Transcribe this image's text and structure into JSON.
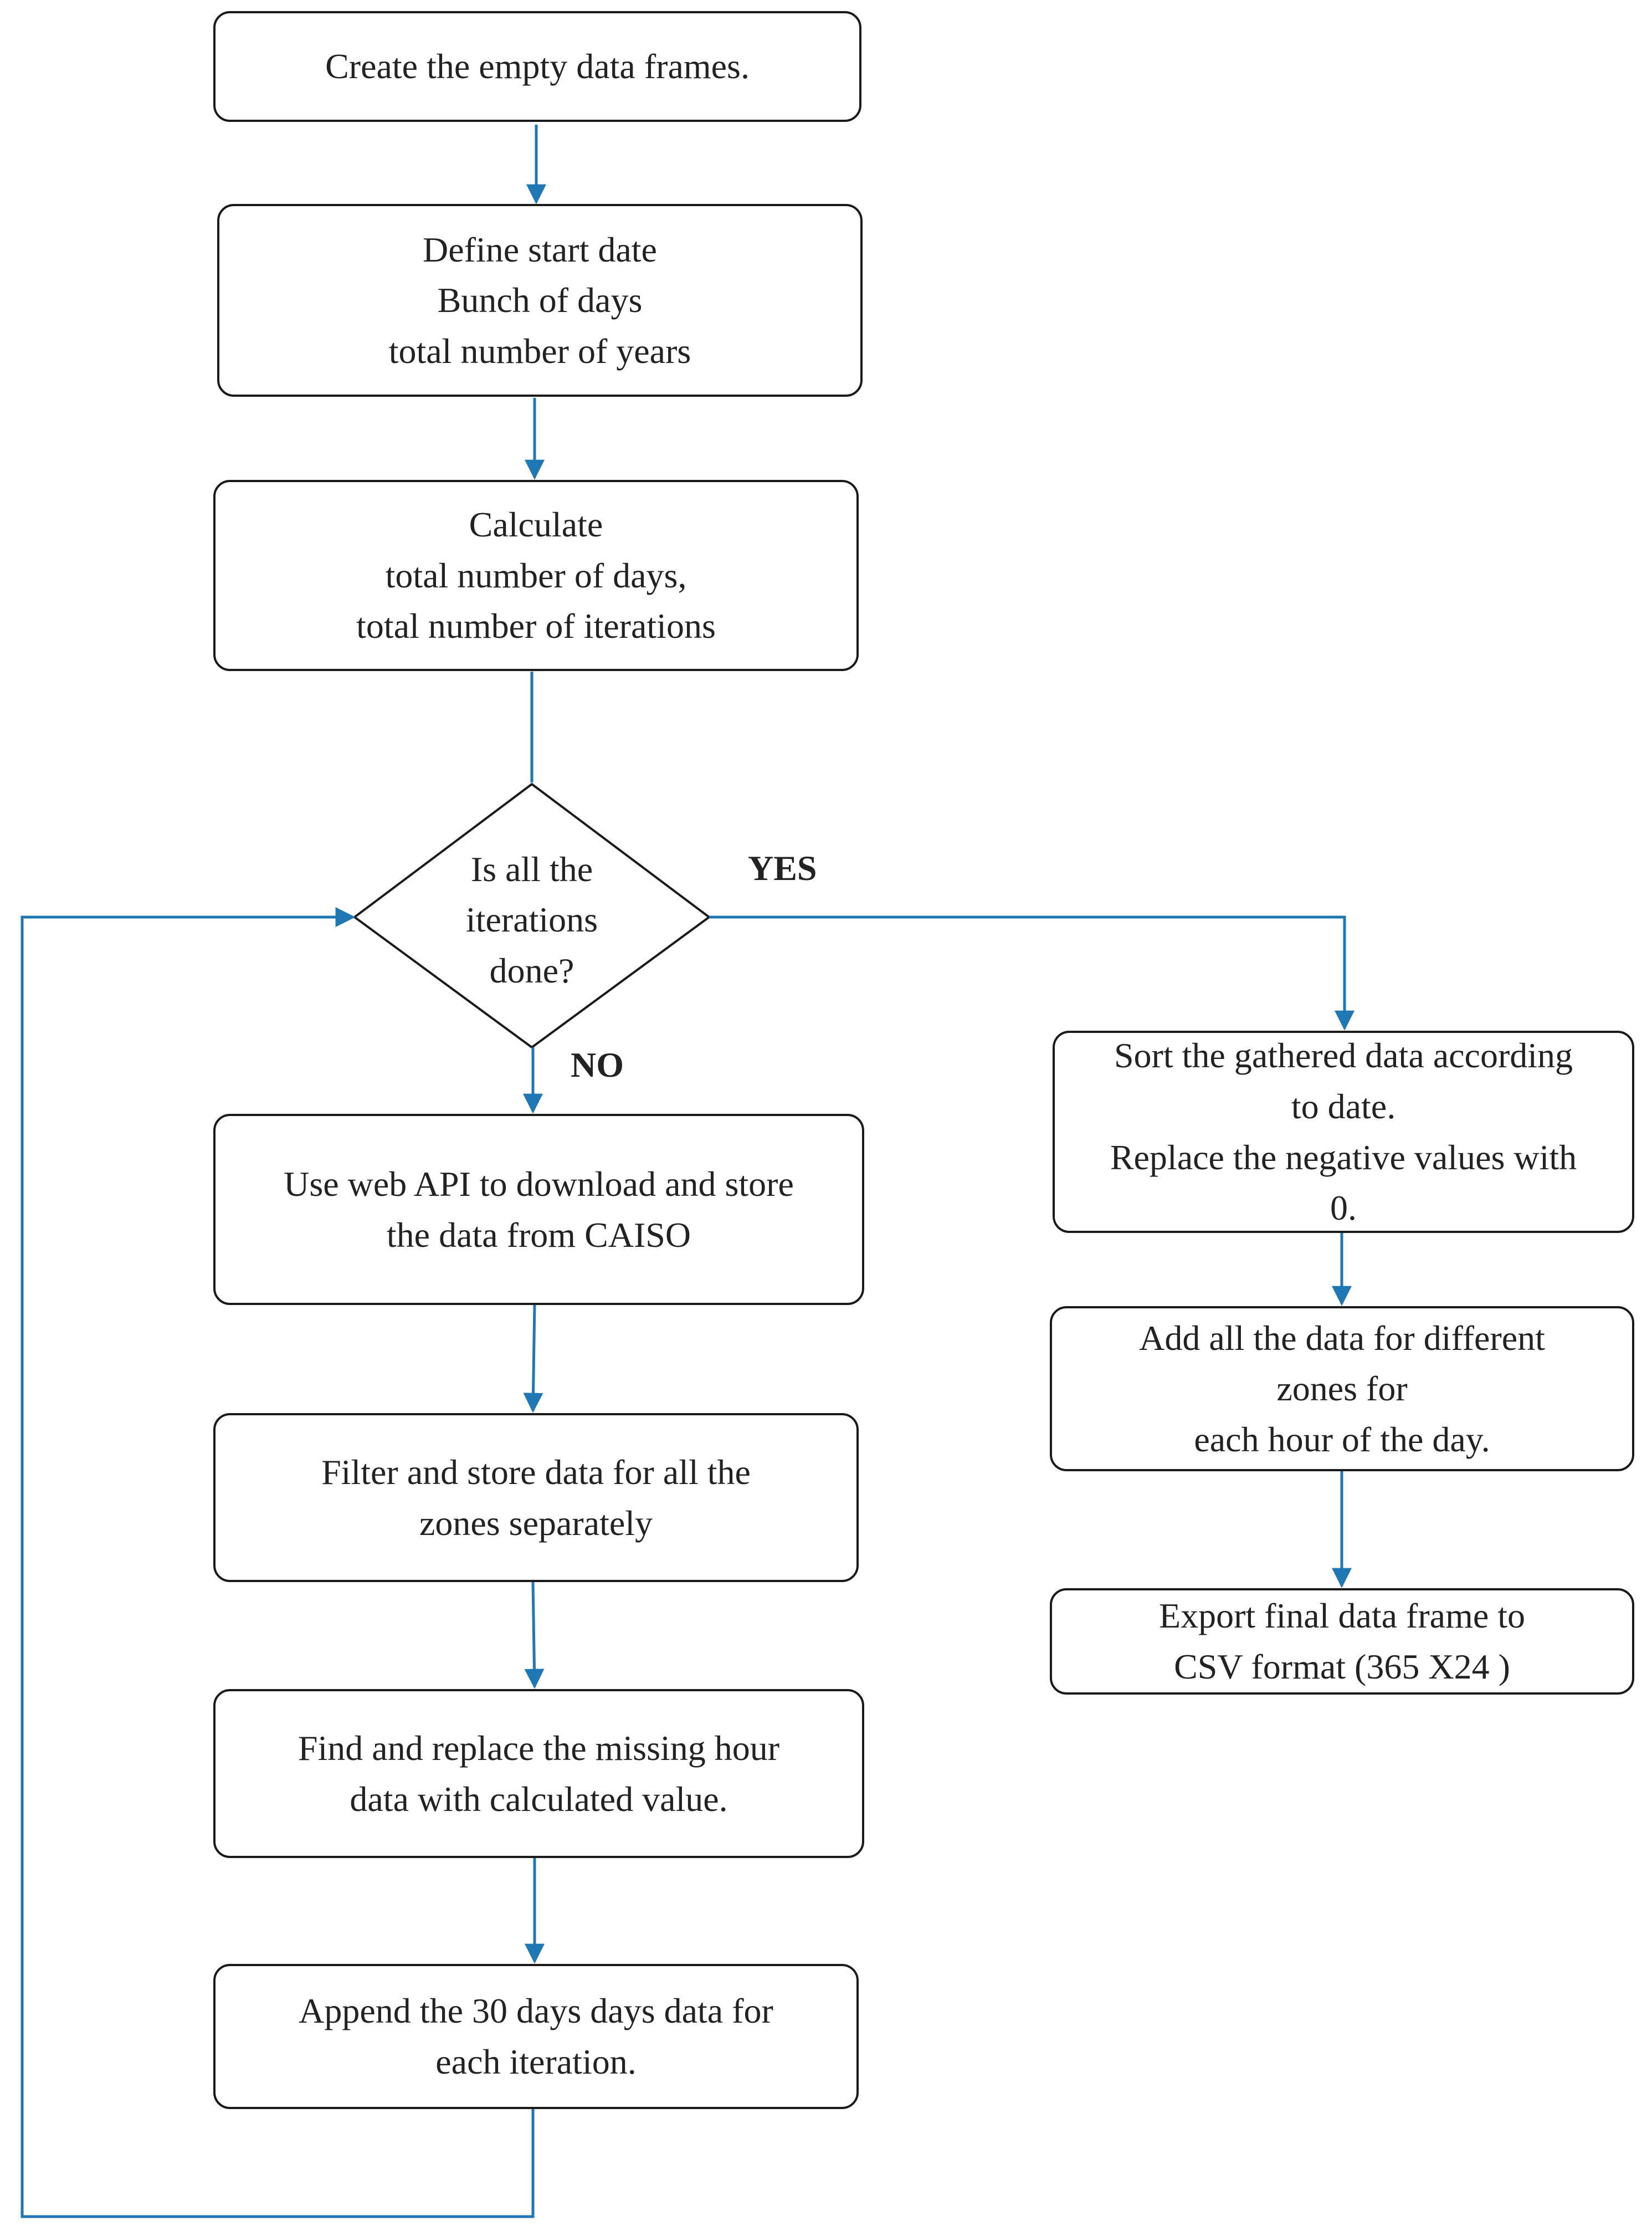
{
  "colors": {
    "connector": "#1f77b4",
    "box_border": "#1a1a1a",
    "text": "#222222"
  },
  "nodes": {
    "create_frames": [
      "Create the empty data frames."
    ],
    "define": [
      "Define start date",
      "Bunch of days",
      "total number of years"
    ],
    "calculate": [
      "Calculate",
      "total number of days,",
      "total number of iterations"
    ],
    "decision": [
      "Is all the",
      "iterations",
      "done?"
    ],
    "web_api": [
      "Use web API to download and store",
      "the data from CAISO"
    ],
    "filter": [
      "Filter and store data for all the",
      "zones separately"
    ],
    "replace_missing": [
      "Find and replace the missing hour",
      "data with calculated value."
    ],
    "append": [
      "Append the 30 days days data for",
      "each iteration."
    ],
    "sort": [
      "Sort the gathered data according",
      "to date.",
      "Replace the negative values with",
      "0."
    ],
    "add_zones": [
      "Add all the data for different",
      "zones for",
      "each hour of the day."
    ],
    "export": [
      "Export final data frame to",
      "CSV format (365 X24 )"
    ]
  },
  "labels": {
    "yes": "YES",
    "no": "NO"
  }
}
